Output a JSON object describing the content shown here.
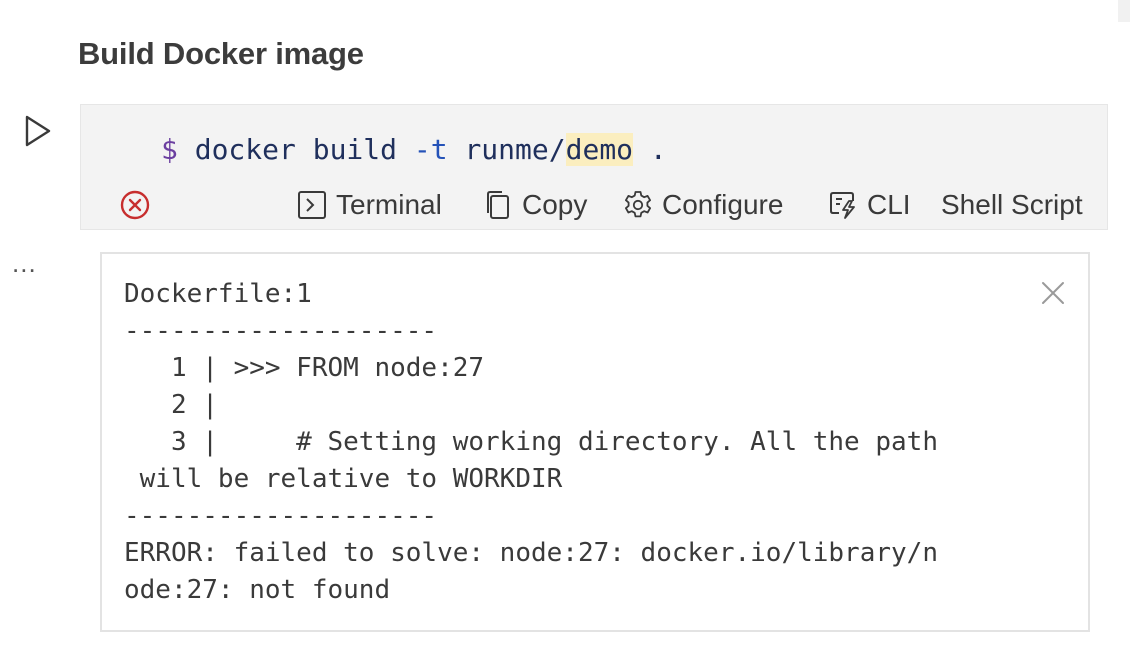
{
  "heading": "Build Docker image",
  "cell": {
    "prompt": "$",
    "command_pre": " docker build ",
    "command_flag": "-t",
    "command_mid": " runme/",
    "command_highlight": "demo",
    "command_post": " ."
  },
  "toolbar": {
    "terminal_label": "Terminal",
    "copy_label": "Copy",
    "configure_label": "Configure",
    "cli_label": "CLI",
    "language_label": "Shell Script"
  },
  "more_label": "...",
  "output": {
    "lines": [
      "Dockerfile:1",
      "--------------------",
      "   1 | >>> FROM node:27",
      "   2 |",
      "   3 |     # Setting working directory. All the path",
      " will be relative to WORKDIR",
      "--------------------",
      "ERROR: failed to solve: node:27: docker.io/library/n",
      "ode:27: not found"
    ]
  },
  "colors": {
    "error_red": "#c72e2e",
    "cell_bg": "#f3f3f3",
    "highlight": "#fbeebf"
  }
}
